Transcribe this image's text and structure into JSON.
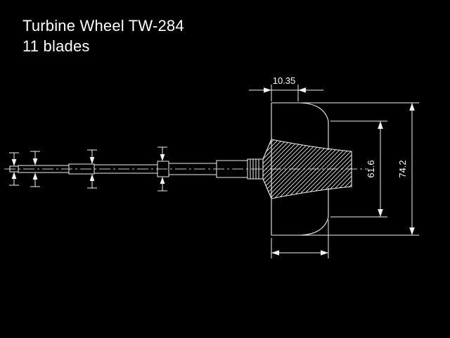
{
  "header": {
    "title_line1": "Turbine Wheel TW-284",
    "title_line2": "11 blades"
  },
  "drawing": {
    "dimensions": {
      "flange_width": {
        "value": "10.35"
      },
      "blade_tip_diameter": {
        "value": "61.6"
      },
      "inducer_diameter": {
        "value": "74.2"
      }
    },
    "colors": {
      "background": "#000000",
      "line": "#f0f0f0",
      "centerline": "#c8c8c8",
      "text": "#ffffff"
    }
  }
}
